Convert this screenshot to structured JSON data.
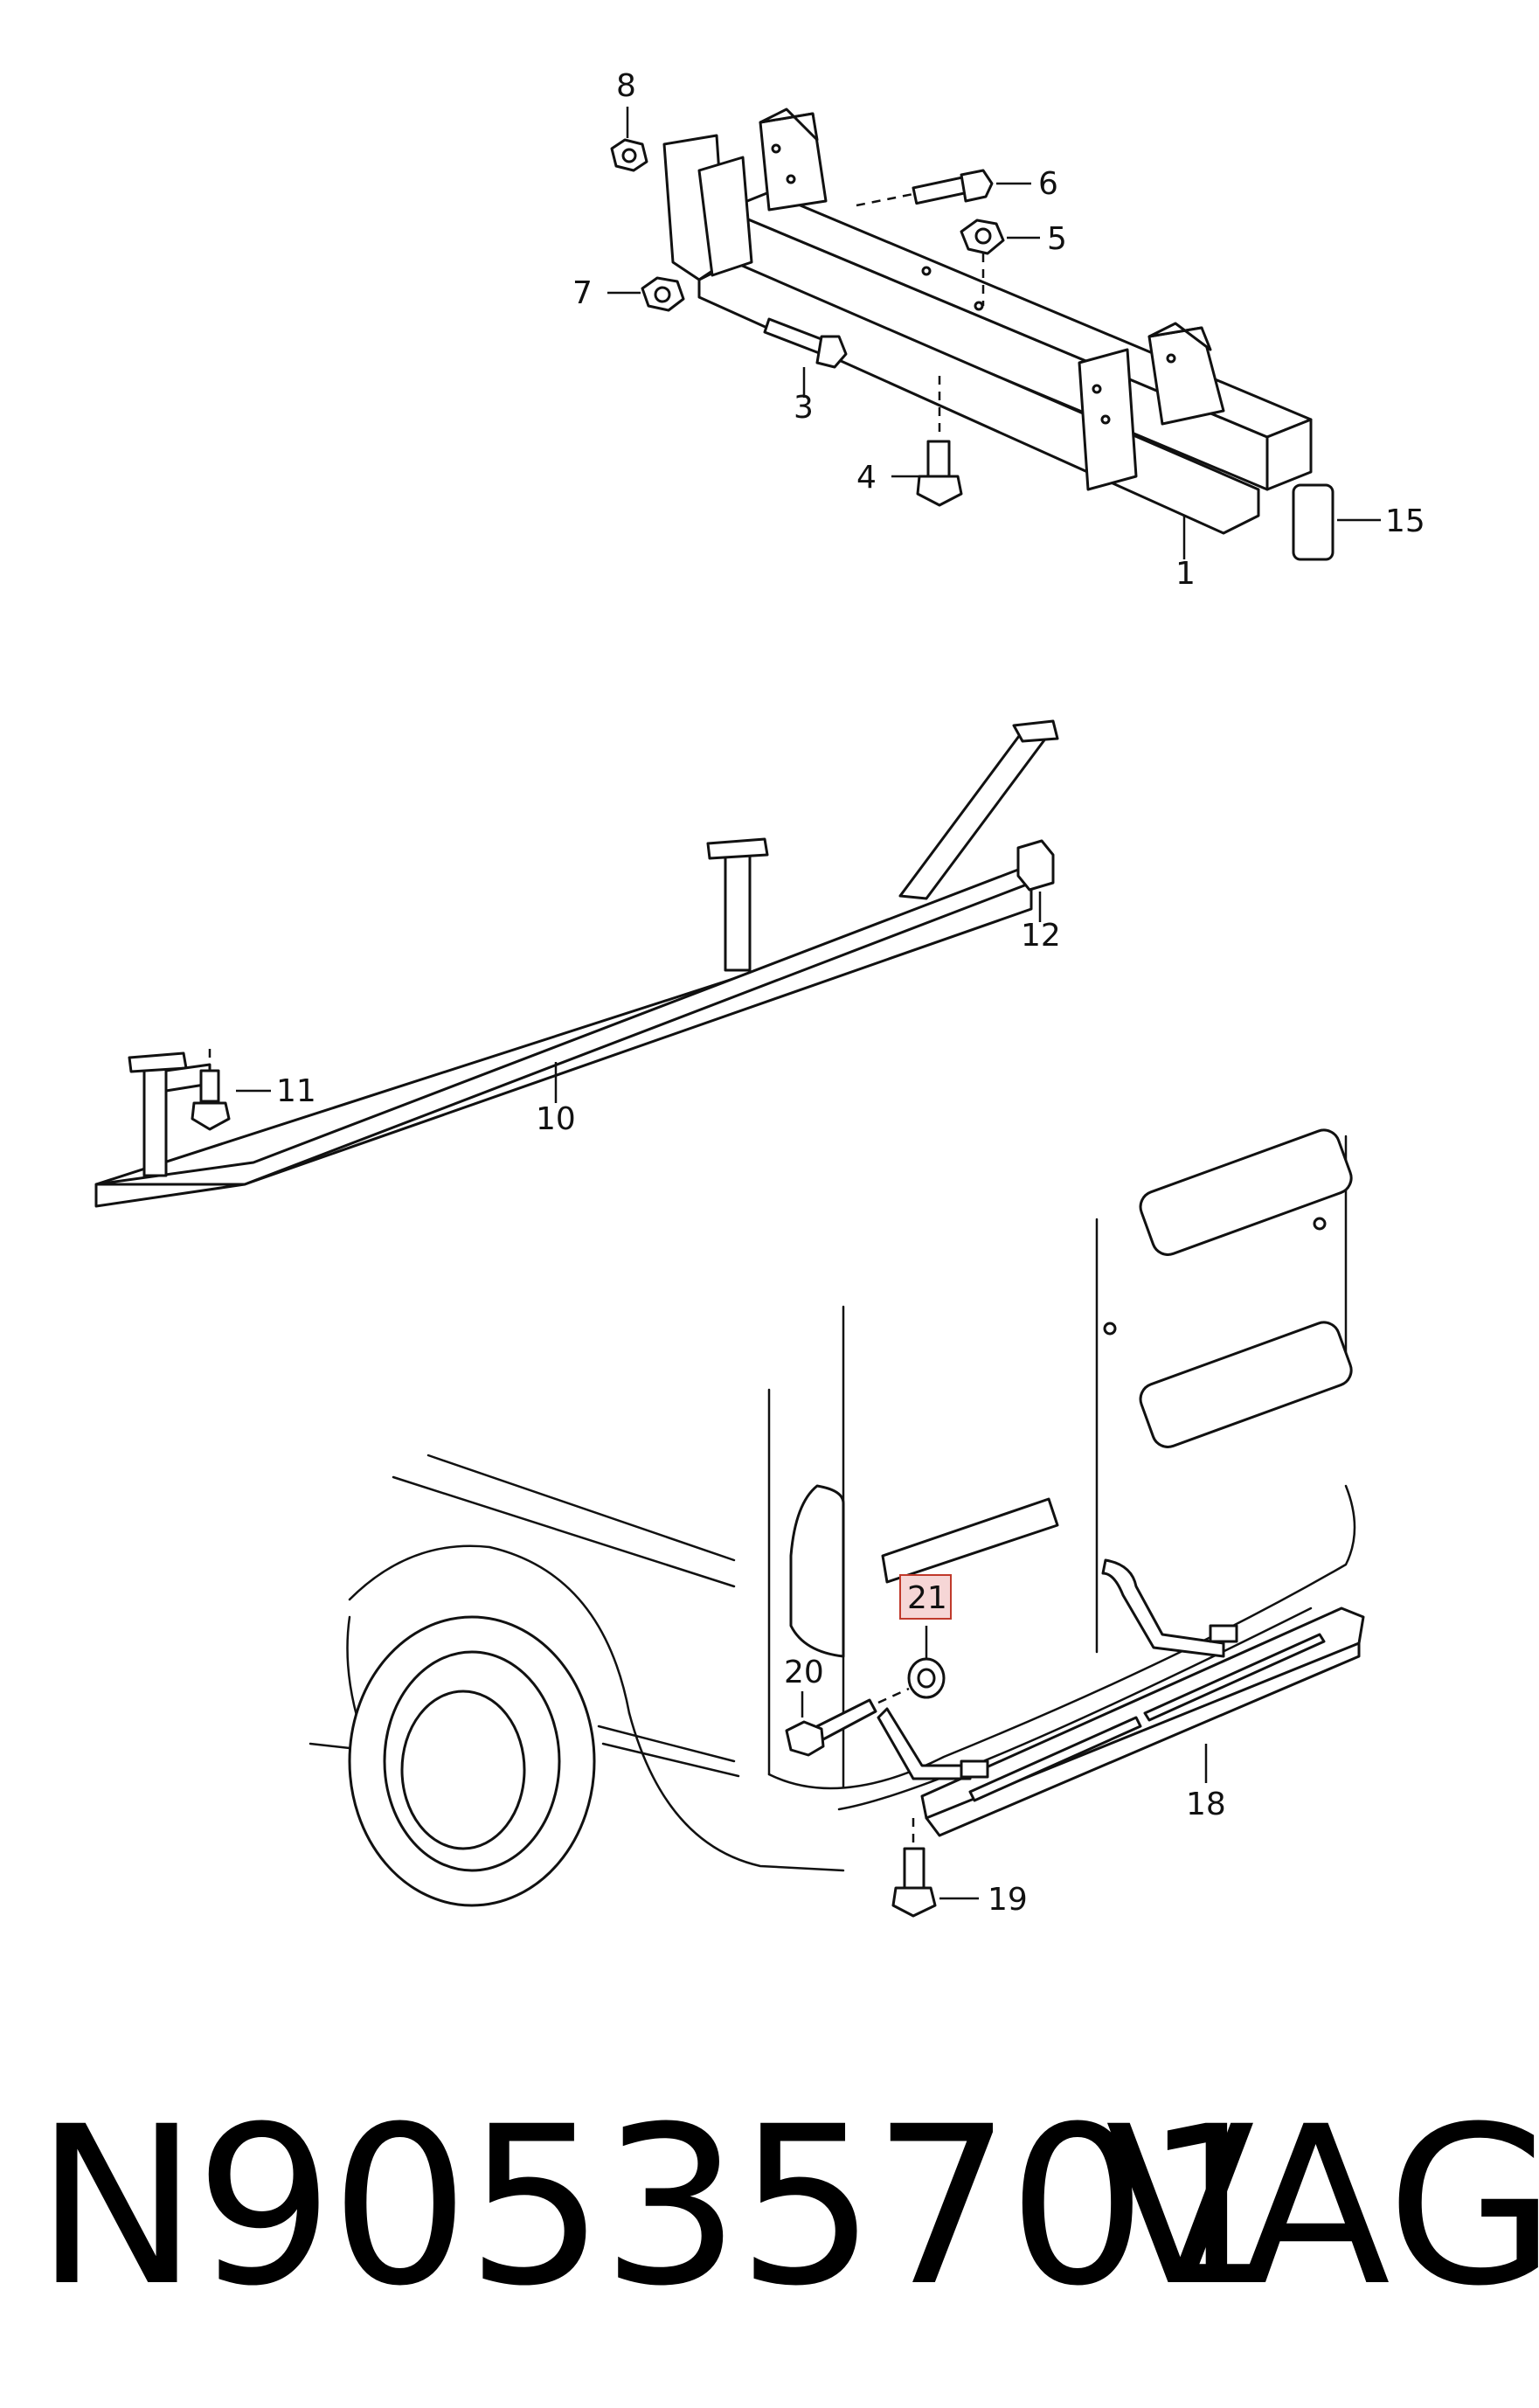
{
  "callouts": {
    "c1": "1",
    "c3": "3",
    "c4": "4",
    "c5": "5",
    "c6": "6",
    "c7": "7",
    "c8": "8",
    "c10": "10",
    "c11": "11",
    "c12": "12",
    "c15": "15",
    "c18": "18",
    "c19": "19",
    "c20": "20",
    "c21": "21"
  },
  "highlighted_callout": "21",
  "colors": {
    "line": "#111111",
    "highlight_fill": "#f6d6d6",
    "highlight_stroke": "#c0392b"
  },
  "footer": {
    "part_number": "N90535701",
    "brand": "VAG"
  }
}
